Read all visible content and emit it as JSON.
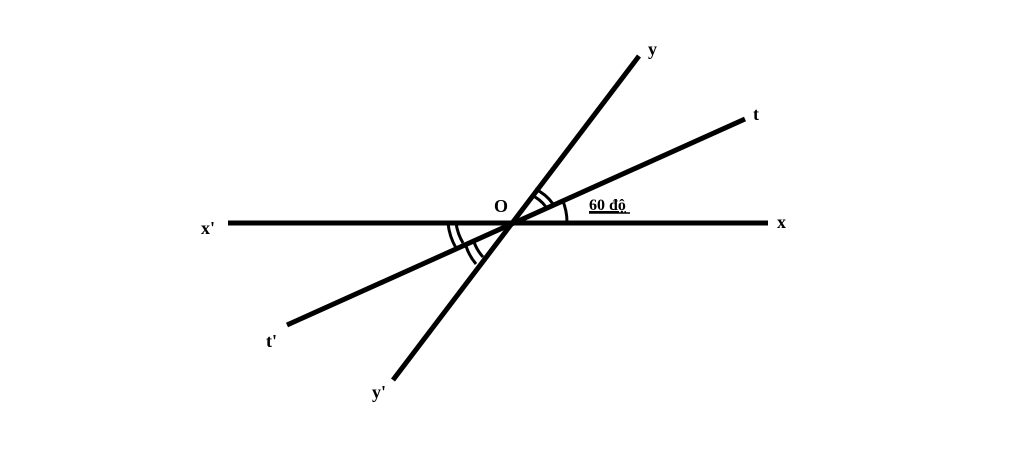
{
  "diagram": {
    "point_labels": {
      "O": "O",
      "x": "x",
      "x_prime": "x'",
      "y": "y",
      "y_prime": "y'",
      "t": "t",
      "t_prime": "t'"
    },
    "angle_label": "60 độ",
    "line_color": "#000000",
    "background": "#ffffff"
  }
}
